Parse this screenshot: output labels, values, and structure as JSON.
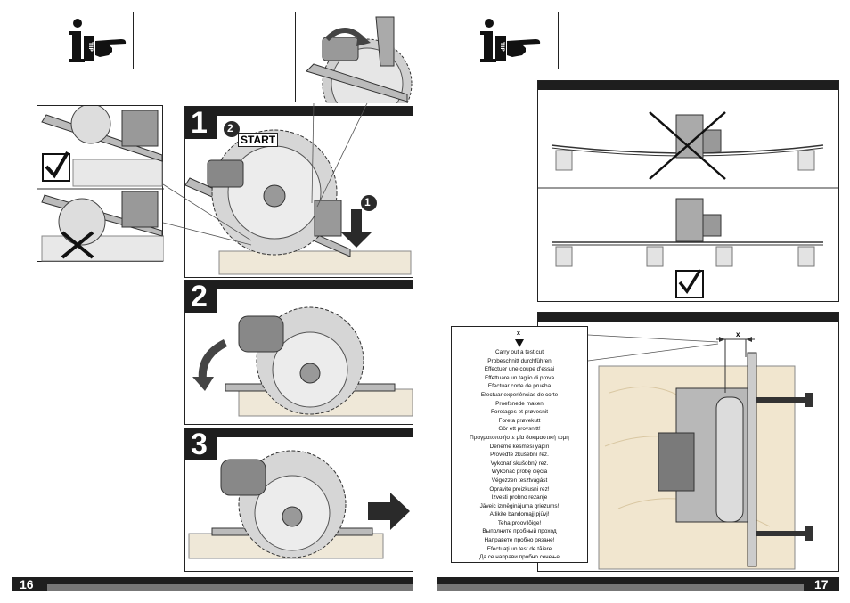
{
  "left_page": {
    "page_number": "16",
    "steps": [
      {
        "number": "1",
        "start_badge_number": "2",
        "start_label": "START",
        "down_arrow_number": "1"
      },
      {
        "number": "2"
      },
      {
        "number": "3"
      }
    ]
  },
  "right_page": {
    "page_number": "17",
    "dimension_label": "x",
    "test_cut_marker": "x",
    "test_cut_translations": [
      "Carry out a test cut",
      "Probeschnitt durchführen",
      "Effectuer une coupe d'essai",
      "Effettuare un taglio di prova",
      "Efectuar corte de prueba",
      "Efectuar experiências de corte",
      "Proefsnede maken",
      "Foretages et prøvesnit",
      "Foreta prøvekutt",
      "Gör ett provsnitt!",
      "Πραγματοποιήστε μία δοκιμαστική τομή",
      "Deneme kesmesi yapın",
      "Proveďte zkušební řez.",
      "Vykonať skušobný rez.",
      "Wykonać próbę cięcia",
      "Végezzen tesztvágást",
      "Opravite preizkusni rez!",
      "Izvesti probno rezanje",
      "Jāveic izmēģinājuma griezums!",
      "Atlikite bandomąjį pjūvį!",
      "Teha proovilõige!",
      "Выполните пробный проход",
      "Направете пробно рязане!",
      "Efectuaţi un test de tăiere",
      "Да се направи пробно сечење"
    ]
  },
  "icons": {
    "info": "info-tip-icon",
    "check": "checkmark-icon",
    "cross": "cross-out-icon",
    "arrow_down": "arrow-down-icon",
    "arrow_right": "arrow-right-icon",
    "arrow_curved": "curved-arrow-icon"
  }
}
